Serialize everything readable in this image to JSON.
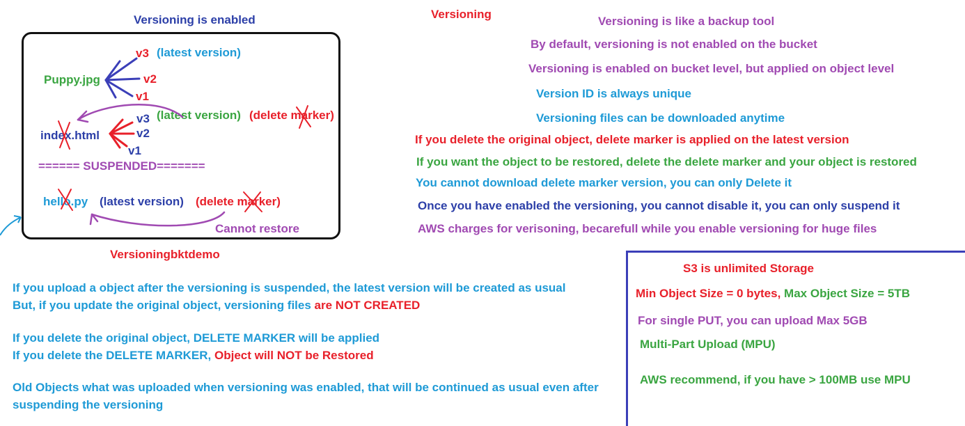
{
  "diagram": {
    "heading": "Versioning is enabled",
    "puppy": {
      "file": "Puppy.jpg",
      "v3": "v3",
      "latest": "(latest version)",
      "v2": "v2",
      "v1": "v1"
    },
    "index": {
      "file": "index.html",
      "v3": "v3",
      "latest": "(latest version)",
      "delete_marker": "(delete marker)",
      "v2": "v2",
      "v1": "v1"
    },
    "suspended": "====== SUSPENDED=======",
    "hello": {
      "file": "hello.py",
      "latest": "(latest version)",
      "delete_marker": "(delete marker)",
      "cannot_restore": "Cannot restore"
    },
    "bucket_name": "Versioningbktdemo"
  },
  "notes": {
    "title": "Versioning",
    "lines": [
      "Versioning is like a backup tool",
      "By default, versioning is not enabled on the bucket",
      "Versioning is enabled on bucket level, but applied on object level",
      "Version ID is always unique",
      "Versioning files can be downloaded anytime",
      "If you delete the original object, delete marker is applied on the latest version",
      "If you want the object to be restored, delete the delete marker and your object is restored",
      "You cannot download delete marker version, you can only Delete it",
      "Once you have enabled the versioning, you cannot disable it, you can only suspend it",
      "AWS charges for verisoning, becarefull while you  enable versioning for huge files"
    ]
  },
  "suspended_notes": {
    "p1a": "If you upload a object after the versioning is suspended, the latest version will be created as usual",
    "p1b_pre": "But, if you update the original object, versioning files ",
    "p1b_red": "are NOT CREATED",
    "p2a": "If you delete the original object, DELETE MARKER will be applied",
    "p2b_pre": "If you delete the DELETE MARKER, ",
    "p2b_red": "Object will NOT be Restored",
    "p3a": "Old Objects what was uploaded when versioning was enabled, that will be continued as usual even after",
    "p3b": "suspending the versioning"
  },
  "s3": {
    "title": "S3 is unlimited Storage",
    "min_size": "Min Object Size = 0 bytes, ",
    "max_size": "Max Object Size = 5TB",
    "single_put": "For single PUT, you can upload Max 5GB",
    "mpu": "Multi-Part Upload (MPU)",
    "recommend": "AWS recommend, if you have > 100MB use MPU"
  },
  "colors": {
    "blue": "#3b3fb8",
    "cyan": "#1e9ad6",
    "red": "#e8202a",
    "green": "#3aa541",
    "purple": "#a04ab2"
  }
}
